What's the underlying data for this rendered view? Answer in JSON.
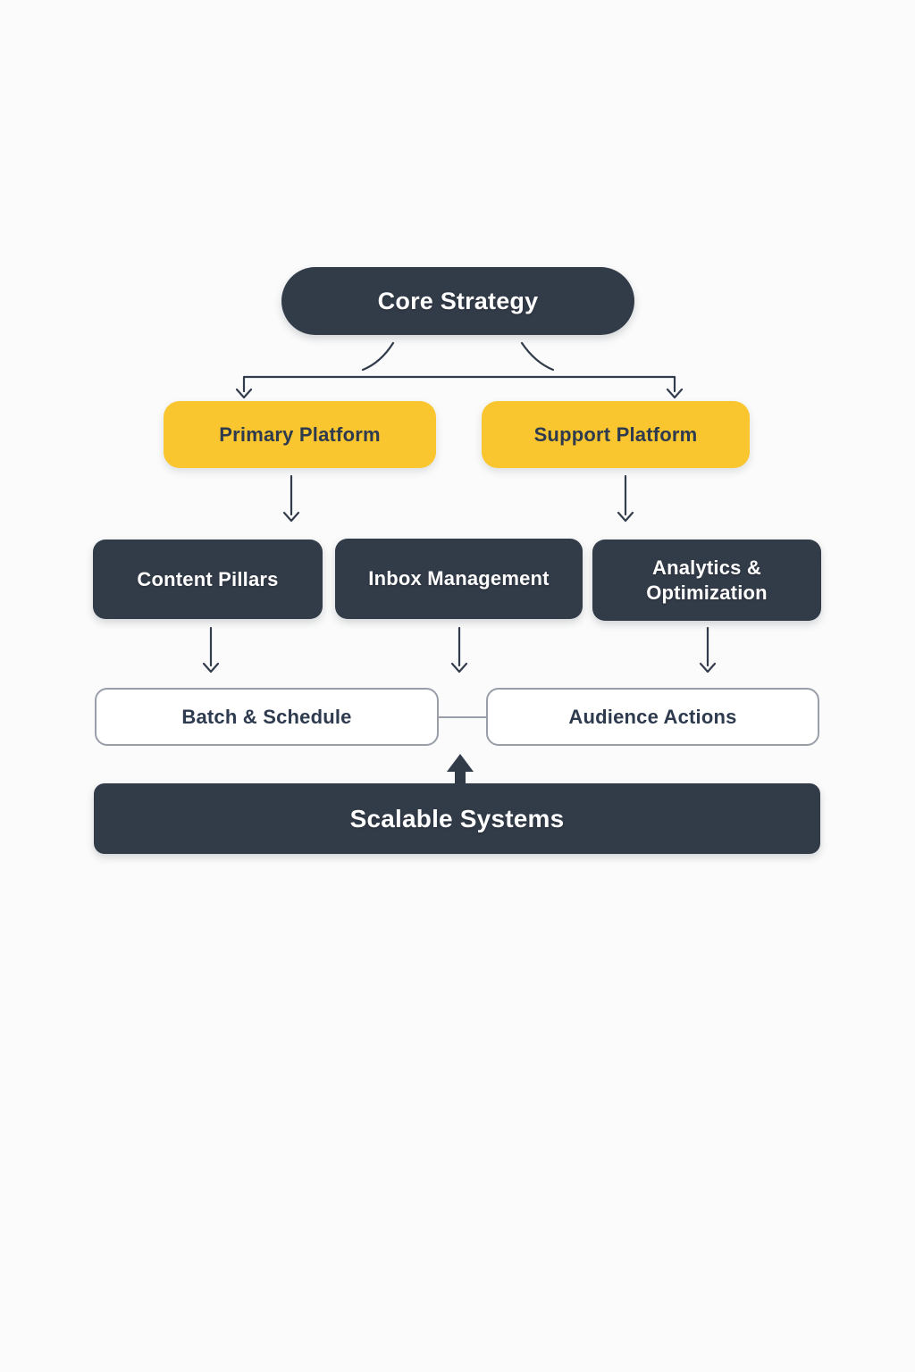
{
  "diagram": {
    "colors": {
      "dark": "#323B48",
      "yellow": "#F9C62F",
      "dark_text": "#2E3A4E",
      "connector": "#333C4D",
      "box_border": "#999EA8",
      "background": "#FBFBFB",
      "white": "#FFFFFF"
    },
    "nodes": {
      "core_strategy": {
        "label": "Core Strategy"
      },
      "primary_platform": {
        "label": "Primary Platform"
      },
      "support_platform": {
        "label": "Support Platform"
      },
      "content_pillars": {
        "label": "Content Pillars"
      },
      "inbox_management": {
        "label": "Inbox Management"
      },
      "analytics_optimization": {
        "label": "Analytics & Optimization"
      },
      "batch_schedule": {
        "label": "Batch & Schedule"
      },
      "audience_actions": {
        "label": "Audience Actions"
      },
      "scalable_systems": {
        "label": "Scalable Systems"
      }
    }
  }
}
